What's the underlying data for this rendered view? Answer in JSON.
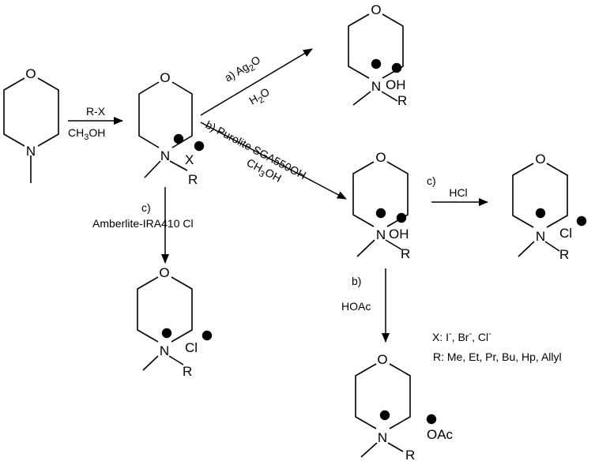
{
  "atoms": {
    "O": "O",
    "N": "N",
    "R": "R"
  },
  "start_material": {},
  "reagents": {
    "rx_top": "R-X",
    "rx_bottom": [
      "CH",
      "3",
      "OH"
    ]
  },
  "quat_salt": {
    "counter": "X"
  },
  "route_a": {
    "label": [
      "a) Ag",
      "2",
      "O"
    ],
    "solvent": [
      "H",
      "2",
      "O"
    ],
    "product_counter": "OH"
  },
  "route_b": {
    "label": "b) Purolite SGA550OH",
    "solvent": [
      "CH",
      "3",
      "OH"
    ],
    "product_counter": "OH"
  },
  "route_c_right": {
    "label": "c)",
    "reagent": "HCl",
    "product_counter": "Cl"
  },
  "route_c_down": {
    "label": "c)",
    "reagent": "Amberlite-IRA410 Cl",
    "product_counter": "Cl"
  },
  "route_b_down": {
    "label": "b)",
    "reagent": "HOAc",
    "product_counter": "OAc"
  },
  "legend": {
    "x_prefix": "X: ",
    "x_items": [
      {
        "sym": "I",
        "sep": ", "
      },
      {
        "sym": "Br",
        "sep": ", "
      },
      {
        "sym": "Cl",
        "sep": ""
      }
    ],
    "r_line": "R: Me, Et, Pr, Bu, Hp, Allyl"
  }
}
